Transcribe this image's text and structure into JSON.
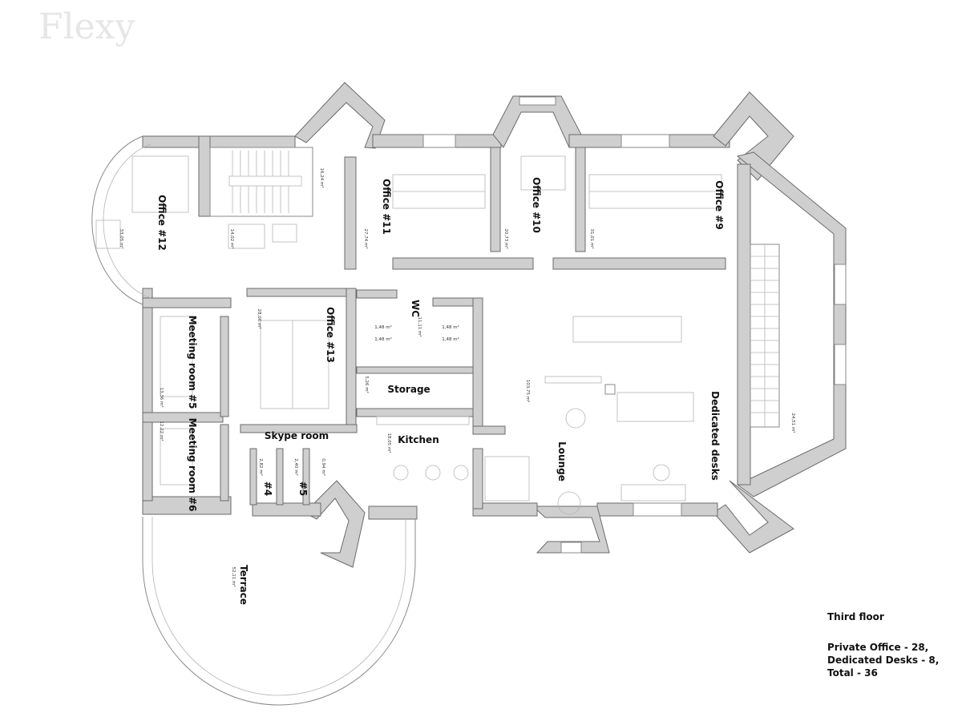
{
  "watermark": "Flexy",
  "legend": {
    "floor": "Third floor",
    "lines": [
      "Private Office - 28,",
      "Dedicated Desks - 8,",
      "Total - 36"
    ]
  },
  "rooms": {
    "office12": "Office #12",
    "office11": "Office #11",
    "office10": "Office #10",
    "office9": "Office #9",
    "office13": "Office #13",
    "meeting5": "Meeting room #5",
    "meeting6": "Meeting room #6",
    "wc": "WC",
    "storage": "Storage",
    "kitchen": "Kitchen",
    "skype": "Skype room",
    "booth4": "#4",
    "booth5": "#5",
    "lounge": "Lounge",
    "dedicated": "Dedicated desks",
    "terrace": "Terrace"
  },
  "areas": {
    "office12": "33,05 m²",
    "stair": "14,02 m²",
    "hall_top": "16,24 m²",
    "office11": "27,74 m²",
    "office10": "20,73 m²",
    "office9": "31,01 m²",
    "office13": "28,06 m²",
    "meeting5": "13,36 m²",
    "meeting6": "12,22 m²",
    "wc_main": "11,11 m²",
    "wc1": "1,48 m²",
    "wc2": "1,48 m²",
    "wc3": "1,48 m²",
    "wc4": "1,48 m²",
    "storage": "5,26 m²",
    "kitchen": "18,05 m²",
    "booth4": "2,82 m²",
    "booth5": "2,40 m²",
    "booth_s": "0,94 m²",
    "lounge": "103,75 m²",
    "dedicated": "24,51 m²",
    "terrace": "52,11 m²"
  }
}
